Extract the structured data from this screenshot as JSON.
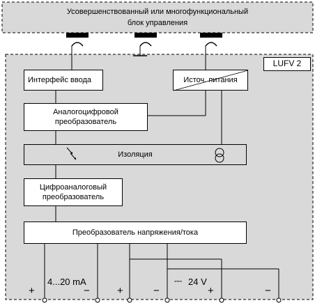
{
  "controller": {
    "line1": "Усовершенствованный или многофункциональный",
    "line2": "блок управления"
  },
  "module": {
    "name": "LUFV 2"
  },
  "blocks": {
    "input_interface": "Интерфейс ввода",
    "power_source": "Источ. питания",
    "adc": [
      "Аналогоцифровой",
      "преобразователь"
    ],
    "isolation": "Изоляция",
    "dac": [
      "Цифроаналоговый",
      "преобразователь"
    ],
    "vi_converter": "Преобразователь напряжения/тока"
  },
  "outputs": {
    "current_label": "4...20 mA",
    "voltage_label": "24 V",
    "dc_symbol": "⎓",
    "plus": "+",
    "minus": "−"
  },
  "colors": {
    "panel_fill": "#d9d9d9",
    "line": "#000000"
  }
}
